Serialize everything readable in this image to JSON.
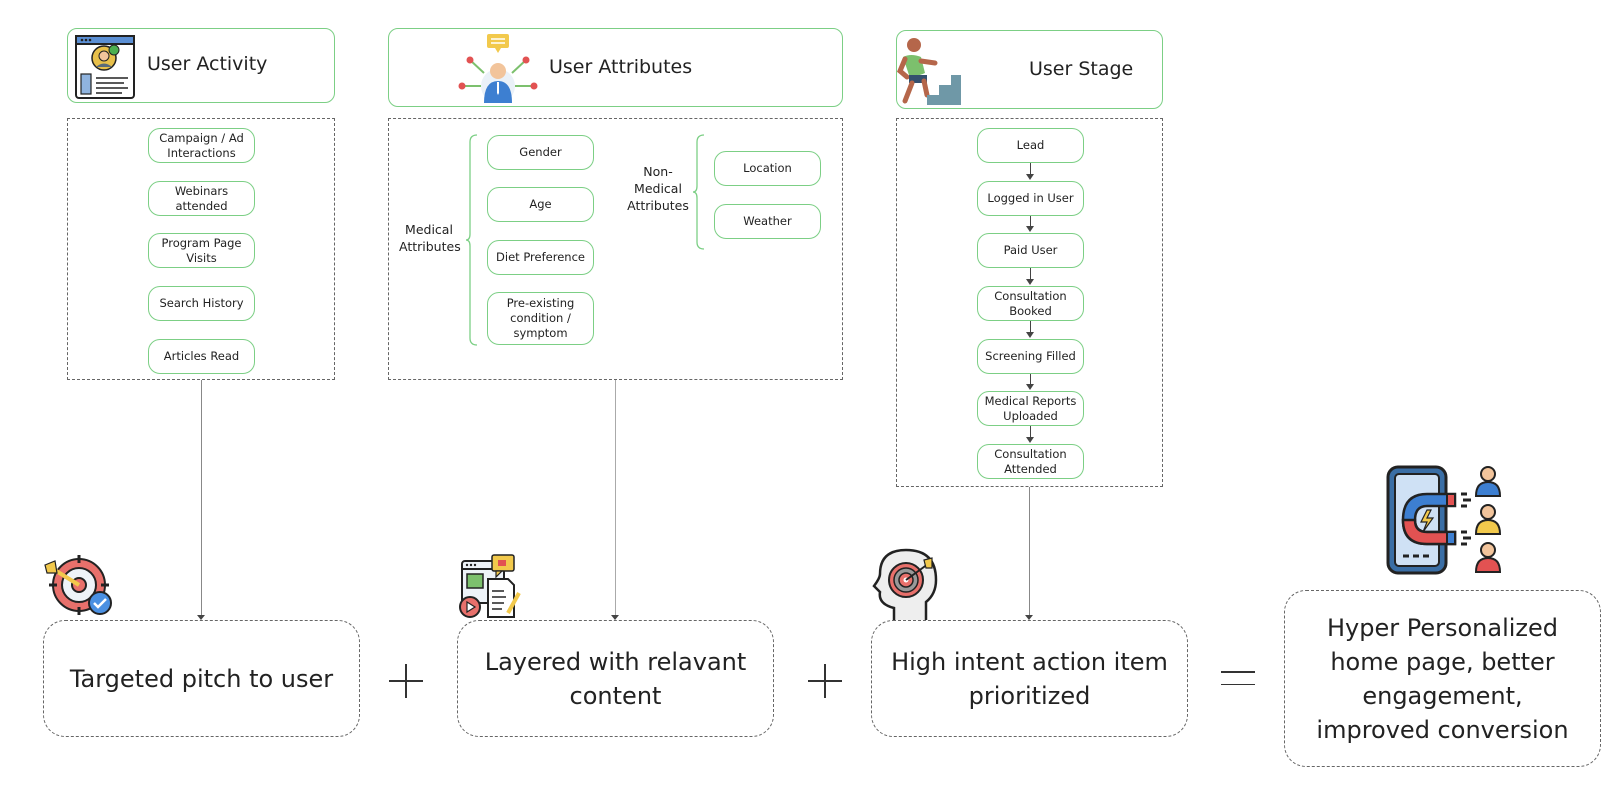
{
  "columns": {
    "activity": {
      "title": "User Activity",
      "icon": "user-profile-icon",
      "items": [
        "Campaign / Ad Interactions",
        "Webinars attended",
        "Program Page Visits",
        "Search History",
        "Articles Read"
      ]
    },
    "attributes": {
      "title": "User Attributes",
      "icon": "user-network-icon",
      "medical_label": "Medical Attributes",
      "medical_items": [
        "Gender",
        "Age",
        "Diet Preference",
        "Pre-existing condition / symptom"
      ],
      "non_medical_label": "Non-Medical Attributes",
      "non_medical_items": [
        "Location",
        "Weather"
      ]
    },
    "stage": {
      "title": "User Stage",
      "icon": "person-climbing-stairs-icon",
      "steps": [
        "Lead",
        "Logged in User",
        "Paid User",
        "Consultation Booked",
        "Screening Filled",
        "Medical Reports Uploaded",
        "Consultation Attended"
      ]
    }
  },
  "outcomes": {
    "pitch": {
      "text": "Targeted pitch to user",
      "icon": "target-check-icon"
    },
    "content": {
      "text": "Layered with relavant content",
      "icon": "content-media-icon"
    },
    "intent": {
      "text": "High intent action item prioritized",
      "icon": "head-target-icon"
    },
    "result": {
      "text": "Hyper Personalized home page, better engagement, improved conversion",
      "icon": "magnet-attract-users-icon"
    }
  },
  "operators": [
    "+",
    "+",
    "="
  ],
  "colors": {
    "accent_green": "#7ccf85",
    "dash_gray": "#666666",
    "text": "#222222"
  }
}
